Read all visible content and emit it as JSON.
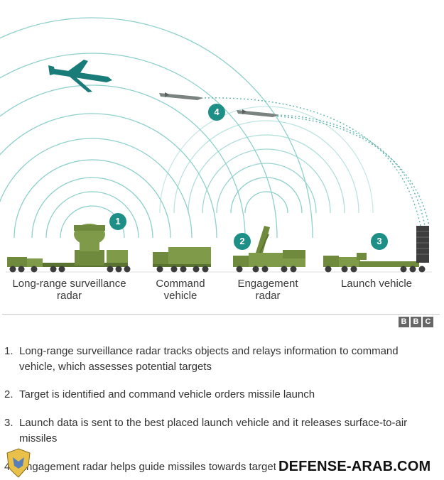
{
  "labels": {
    "radar_line1": "Long-range surveillance",
    "radar_line2": "radar",
    "command_line1": "Command",
    "command_line2": "vehicle",
    "engagement_line1": "Engagement",
    "engagement_line2": "radar",
    "launch": "Launch vehicle"
  },
  "badges": {
    "b1": "1",
    "b2": "2",
    "b3": "3",
    "b4": "4"
  },
  "credit": {
    "b1": "B",
    "b2": "B",
    "b3": "C"
  },
  "steps": [
    {
      "num": "1.",
      "text": "Long-range surveillance radar tracks objects and relays information to command vehicle, which assesses potential targets"
    },
    {
      "num": "2.",
      "text": "Target is identified and command vehicle orders missile launch"
    },
    {
      "num": "3.",
      "text": "Launch data is sent to the best placed launch vehicle and it releases surface-to-air missiles"
    },
    {
      "num": "4.",
      "text": "Engagement radar helps guide missiles towards target"
    }
  ],
  "watermark": {
    "text": "DEFENSE-ARAB.COM"
  },
  "colors": {
    "teal": "#1e8f86",
    "wave": "#8fd0cb",
    "vehicle": "#6f8a3c",
    "vehicle_dark": "#4f6a2a",
    "plane": "#1a7c78"
  }
}
